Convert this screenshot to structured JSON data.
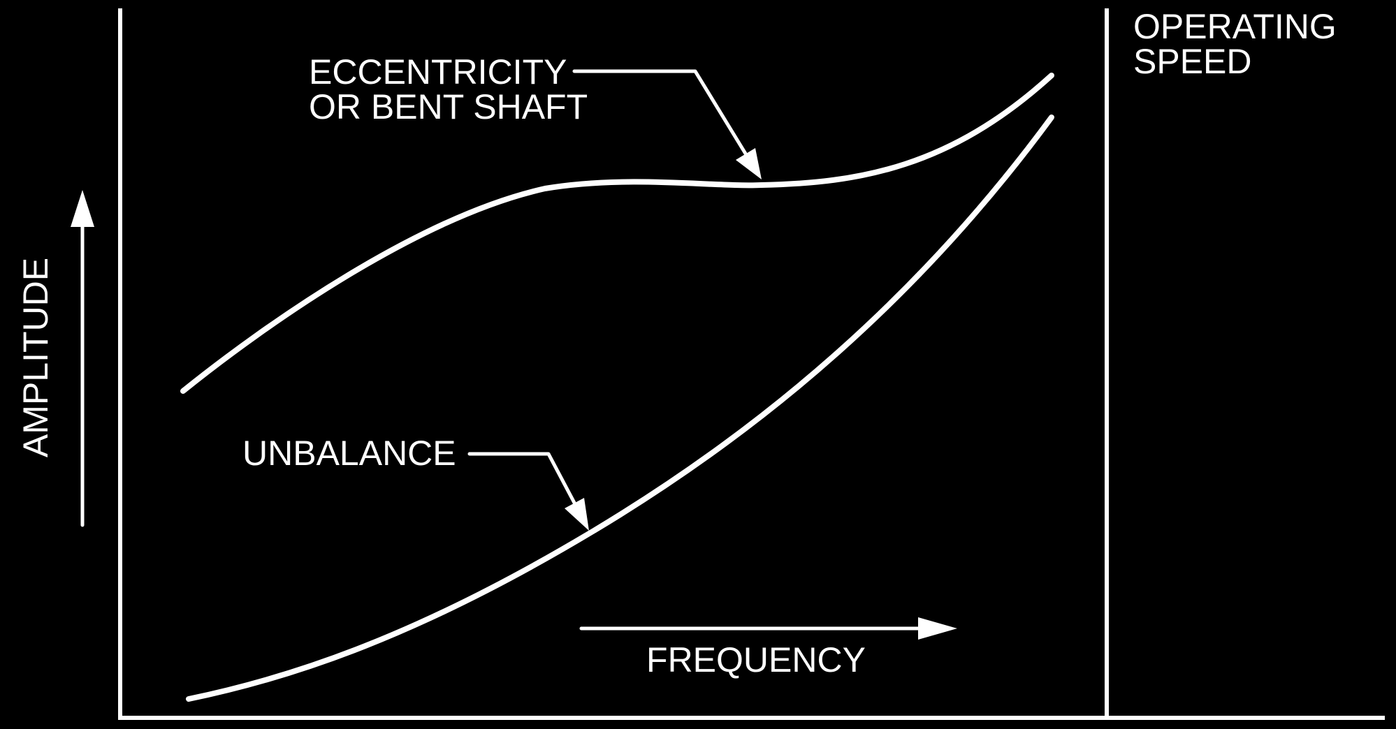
{
  "diagram": {
    "y_axis_label": "AMPLITUDE",
    "x_axis_label": "FREQUENCY",
    "marker_label_line1": "OPERATING",
    "marker_label_line2": "SPEED",
    "curves": [
      {
        "label_line1": "ECCENTRICITY",
        "label_line2": "OR BENT SHAFT"
      },
      {
        "label_line1": "UNBALANCE"
      }
    ]
  },
  "colors": {
    "background": "#000000",
    "foreground": "#ffffff"
  }
}
